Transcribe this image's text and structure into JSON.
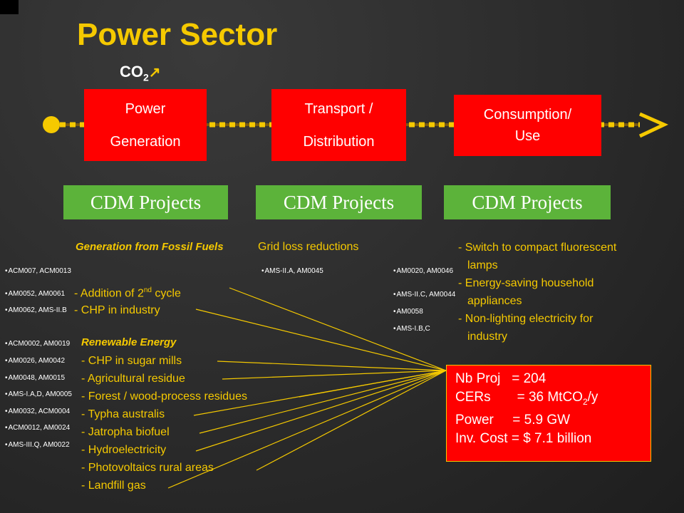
{
  "title": "Power Sector",
  "co2": {
    "base": "CO",
    "sub": "2",
    "arrow": "↗"
  },
  "stages": [
    "Power",
    "Generation",
    "Transport /",
    "Distribution",
    "Consumption/",
    "Use"
  ],
  "cdm_label": "CDM Projects",
  "generation": {
    "fossil_heading": "Generation from Fossil Fuels",
    "fossil_items": [
      {
        "pre": "- Addition of 2",
        "sup": "nd",
        "post": " cycle"
      },
      {
        "pre": "- CHP in industry",
        "sup": "",
        "post": ""
      }
    ],
    "renewable_heading": "Renewable Energy",
    "renewable_items": [
      "- CHP  in sugar mills",
      "- Agricultural residue",
      "- Forest / wood-process residues",
      "- Typha australis",
      "- Jatropha biofuel",
      "- Hydroelectricity",
      "- Photovoltaics rural areas",
      "- Landfill gas"
    ],
    "codes": [
      "ACM007, ACM0013",
      "AM0052, AM0061",
      "AM0062, AMS-II.B",
      "ACM0002, AM0019",
      "AM0026, AM0042",
      "AM0048, AM0015",
      "AMS-I.A,D, AM0005",
      "AM0032, ACM0004",
      "ACM0012, AM0024",
      "AMS-III.Q, AM0022"
    ]
  },
  "transport": {
    "heading": "Grid loss reductions",
    "codes": [
      "AMS-II.A, AM0045"
    ]
  },
  "consumption": {
    "codes": [
      "AM0020, AM0046",
      "AMS-II.C, AM0044",
      "AM0058",
      "AMS-I.B,C"
    ],
    "items": [
      "- Switch to compact fluorescent",
      "lamps",
      "- Energy-saving household",
      "appliances",
      "- Non-lighting electricity for",
      "industry"
    ]
  },
  "summary": {
    "nb_proj": "Nb Proj   = 204",
    "cers_pre": "CERs       = 36 MtCO",
    "cers_sub": "2",
    "cers_post": "/y",
    "power": "Power     = 5.9 GW",
    "inv_cost": "Inv. Cost = $ 7.1 billion"
  },
  "colors": {
    "accent": "#f5c900",
    "box_red": "#ff0000",
    "cdm_green": "#5cb33a"
  }
}
